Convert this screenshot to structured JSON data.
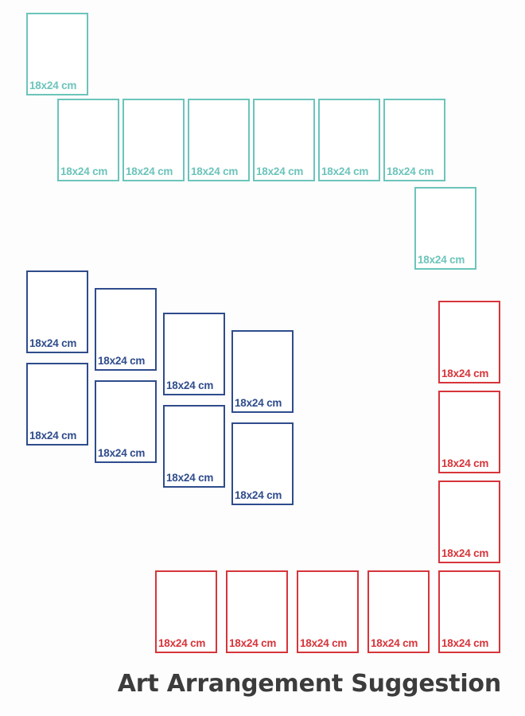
{
  "title": "Art Arrangement Suggestion",
  "frame_label": "18x24 cm",
  "colors": {
    "teal": "#6cc4bb",
    "blue": "#2f4c8c",
    "red": "#d6353a",
    "title": "#3c3c3c"
  },
  "groups": [
    {
      "name": "teal",
      "frame_count": 8
    },
    {
      "name": "blue",
      "frame_count": 8
    },
    {
      "name": "red",
      "frame_count": 8
    }
  ]
}
